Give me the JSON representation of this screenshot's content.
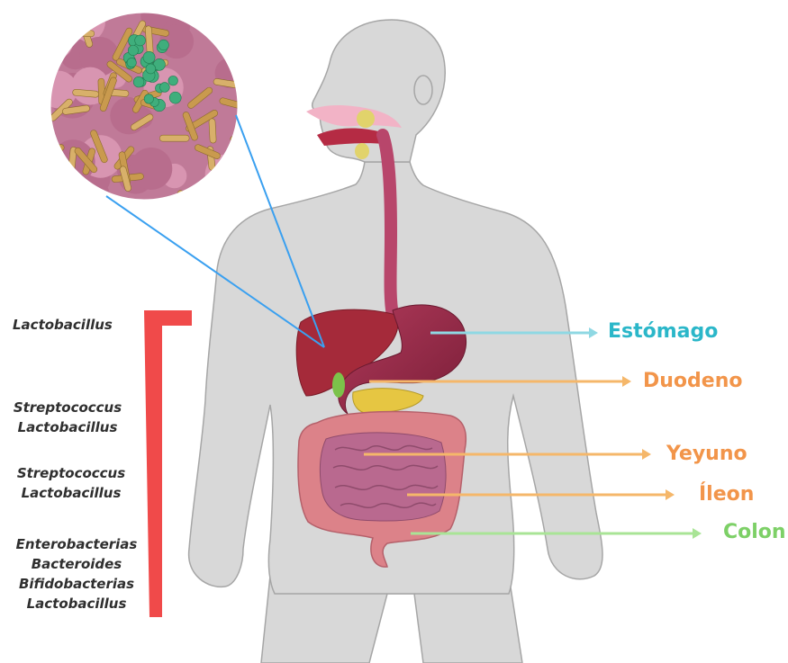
{
  "organs": [
    {
      "label": "Estómago",
      "color": "#2bb7c9"
    },
    {
      "label": "Duodeno",
      "color": "#f2954a"
    },
    {
      "label": "Yeyuno",
      "color": "#f2954a"
    },
    {
      "label": "Íleon",
      "color": "#f2954a"
    },
    {
      "label": "Colon",
      "color": "#7dd067"
    }
  ],
  "bacteria": {
    "stomach": [
      "Lactobacillus"
    ],
    "duodenum": [
      "Streptococcus",
      "Lactobacillus"
    ],
    "jejunum": [
      "Streptococcus",
      "Lactobacillus"
    ],
    "colon": [
      "Enterobacterias",
      "Bacteroides",
      "Bifidobacterias",
      "Lactobacillus"
    ]
  },
  "colors": {
    "bracket": "#f04a4a",
    "zoom_lines": "#3aa0f0",
    "body": "#d7d7d7",
    "outline": "#9a9a9a"
  }
}
